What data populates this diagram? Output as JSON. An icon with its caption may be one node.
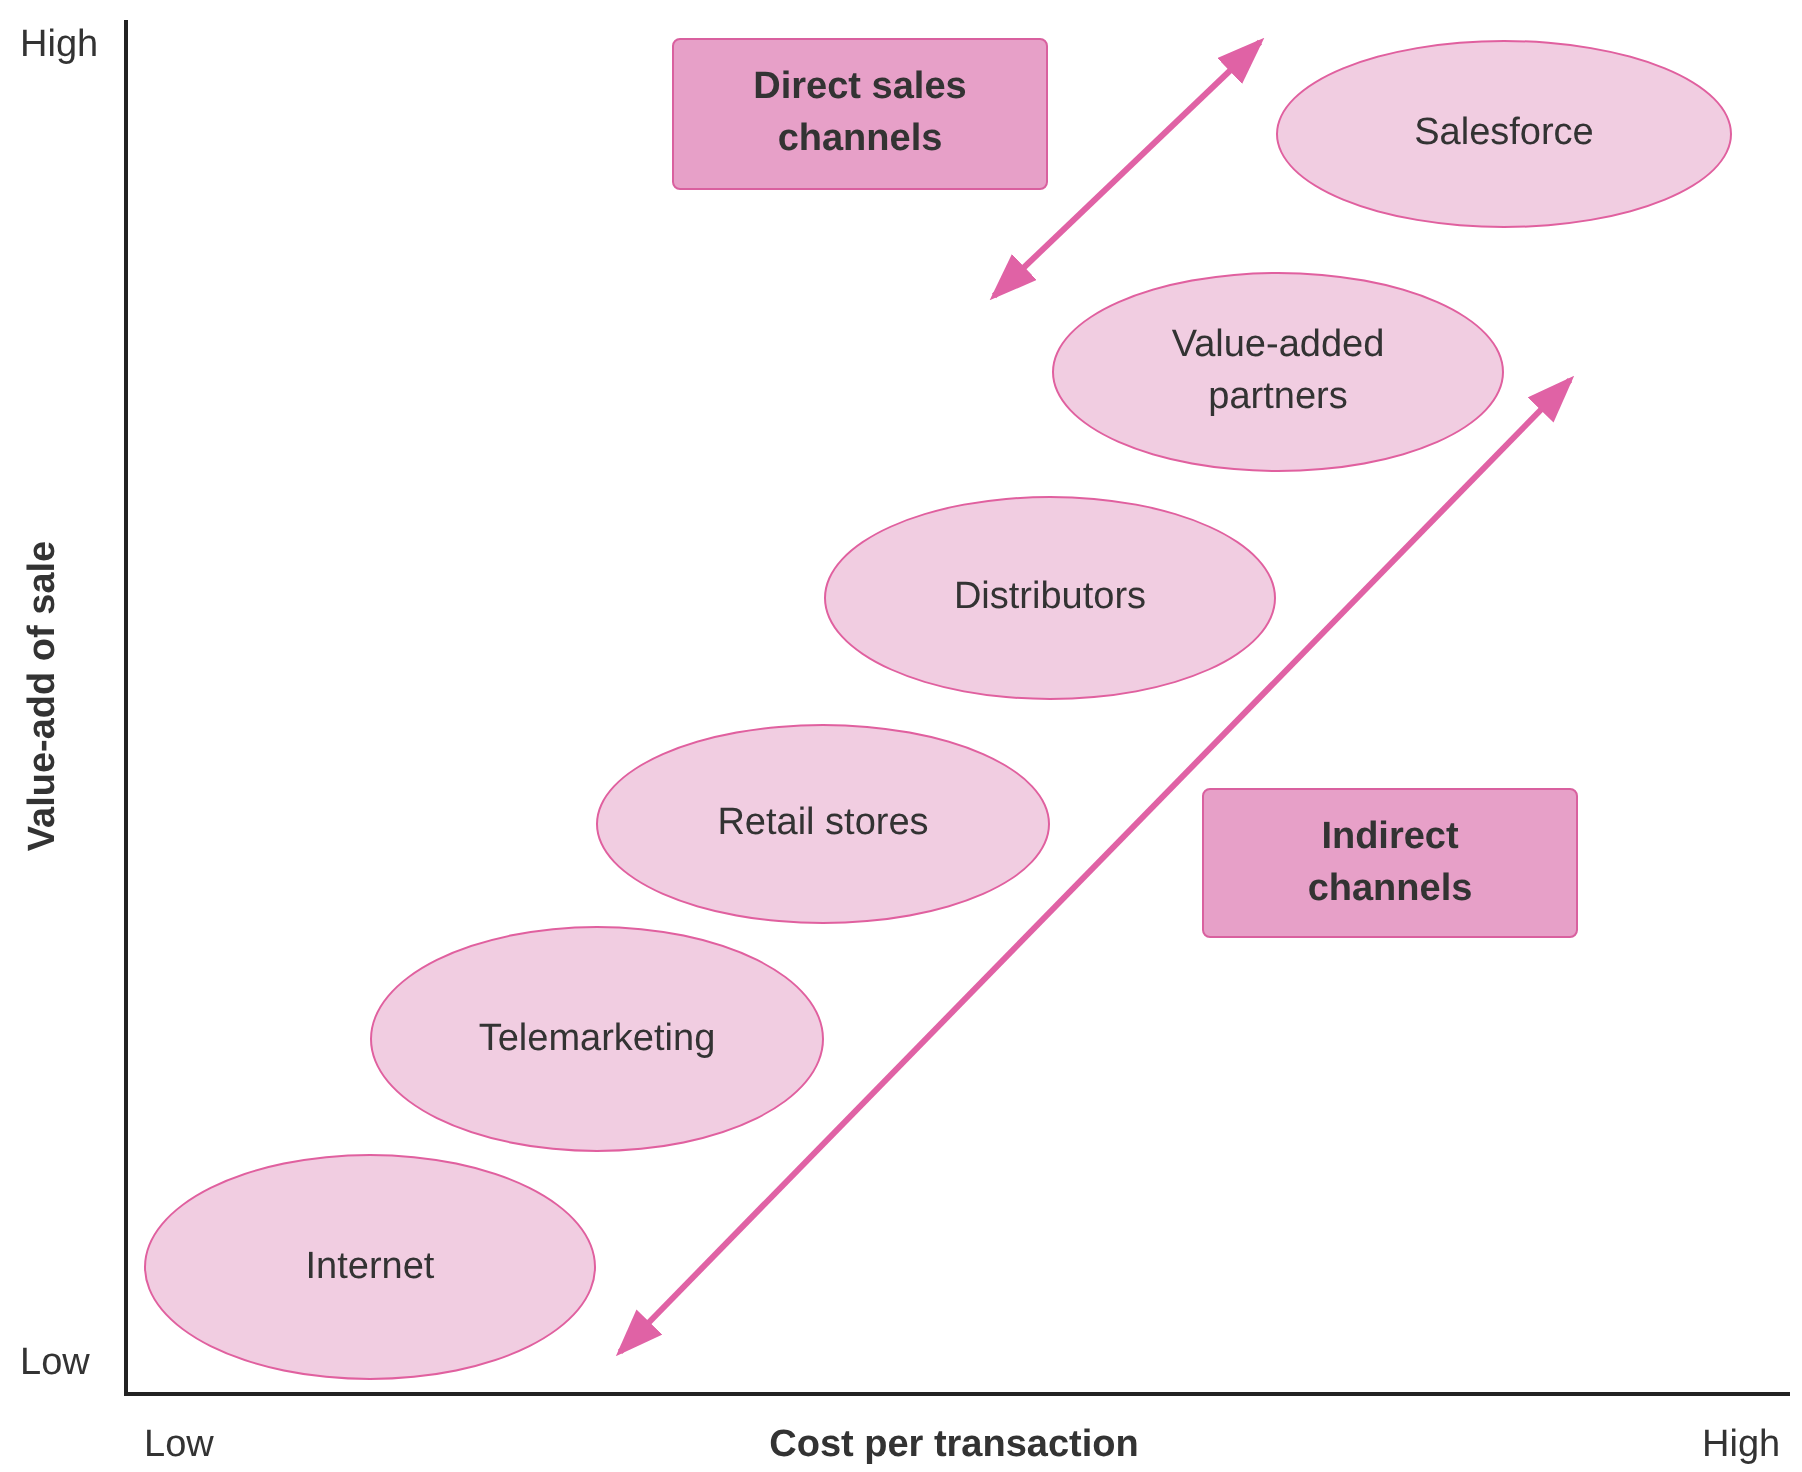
{
  "diagram": {
    "nodes": [
      {
        "text": [
          "Direct sales channels"
        ]
      },
      {
        "text": [
          "Salesforce"
        ]
      },
      {
        "text": [
          "Value-added partners"
        ]
      },
      {
        "text": [
          "Distributors"
        ]
      },
      {
        "text": [
          "Retail stores"
        ]
      },
      {
        "text": [
          "Telemarketing"
        ]
      },
      {
        "text": [
          "Internet"
        ]
      },
      {
        "text": [
          "Indirect channels"
        ]
      }
    ],
    "labels": [
      "High",
      "Value-add of sale",
      "Low",
      "Low",
      "Cost per transaction",
      "High"
    ]
  }
}
